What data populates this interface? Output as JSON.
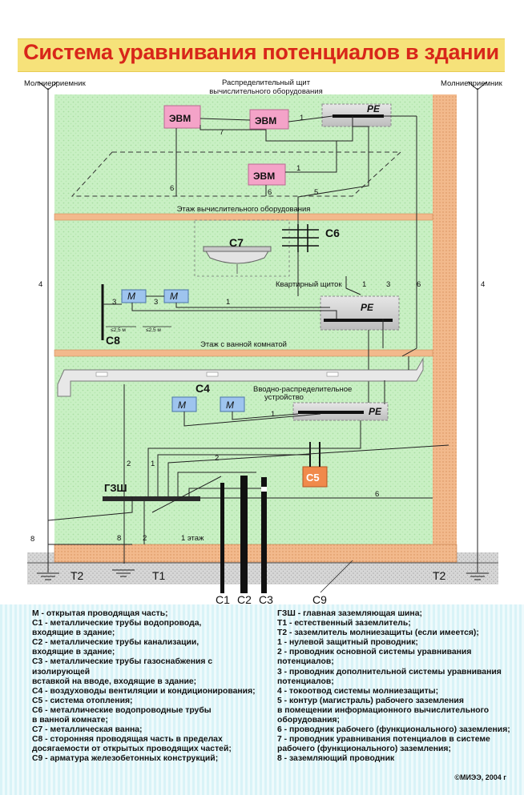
{
  "title": "Система уравнивания потенциалов в здании",
  "labels": {
    "lightning_rod_left": "Молниеприемник",
    "lightning_rod_right": "Молниеприемник",
    "distribution_panel": "Распределительный щит\nвычислительного оборудования",
    "pe_top": "PE",
    "pe_mid": "PE",
    "pe_bottom": "PE",
    "evm1": "ЭВМ",
    "evm2": "ЭВМ",
    "evm3": "ЭВМ",
    "floor_computing": "Этаж вычислительного оборудования",
    "c6": "С6",
    "c7": "С7",
    "apartment_panel": "Квартирный щиток",
    "m1": "M",
    "m2": "M",
    "m3": "M",
    "m4": "M",
    "dist_a": "≤2,5 м",
    "dist_b": "≤2,5 м",
    "c8": "С8",
    "floor_bathroom": "Этаж с ванной комнатой",
    "c4": "С4",
    "intro_device": "Вводно-распределительное\nустройство",
    "c5": "С5",
    "gzsh": "ГЗШ",
    "floor1": "1 этаж",
    "t1": "Т1",
    "t2_left": "Т2",
    "t2_right": "Т2",
    "c1": "С1",
    "c2": "С2",
    "c3": "С3",
    "c9": "С9",
    "num_1": "1",
    "num_2": "2",
    "num_3": "3",
    "num_4": "4",
    "num_5": "5",
    "num_6": "6",
    "num_7": "7",
    "num_8": "8"
  },
  "legend_left": [
    "М - открытая проводящая часть;",
    "С1 - металлические трубы водопровода,\n        входящие в здание;",
    "С2 - металлические трубы  канализации,\n        входящие в здание;",
    "С3 - металлические трубы газоснабжения с изолирующей\n        вставкой на вводе, входящие в здание;",
    "С4 - воздуховоды вентиляции и кондиционирования;",
    "С5 - система отопления;",
    "С6 - металлические водопроводные трубы\n        в ванной комнате;",
    "С7 - металлическая ванна;",
    "С8 - сторонняя проводящая часть в  пределах\n        досягаемости от открытых проводящих частей;",
    "С9 - арматура железобетонных конструкций;"
  ],
  "legend_right": [
    "ГЗШ - главная заземляющая шина;",
    "Т1 - естественный заземлитель;",
    "Т2 - заземлитель молниезащиты (если имеется);",
    "1 - нулевой защитный проводник;",
    "2 - проводник основной системы уравнивания\n      потенциалов;",
    "3 - проводник дополнительной системы уравнивания\n      потенциалов;",
    "4 - токоотвод системы молниезащиты;",
    "5 - контур (магистраль) рабочего заземления\n      в помещении информационного вычислительного\n      оборудования;",
    "6 - проводник рабочего (функционального) заземления;",
    "7 - проводник уравнивания потенциалов в системе\n      рабочего (функционального) заземления;",
    "8 - заземляющий проводник"
  ],
  "copyright": "©МИЭЭ, 2004 г",
  "colors": {
    "title": "#d8261a",
    "title_band": "#f6e27a",
    "building_fill": "#c9f0c4",
    "wall": "#f2b98c",
    "evm_box": "#f4a3c8",
    "c5_box": "#f08a4b",
    "m_box": "#9ec4ee",
    "legend_bg": "#d9f3f7"
  }
}
